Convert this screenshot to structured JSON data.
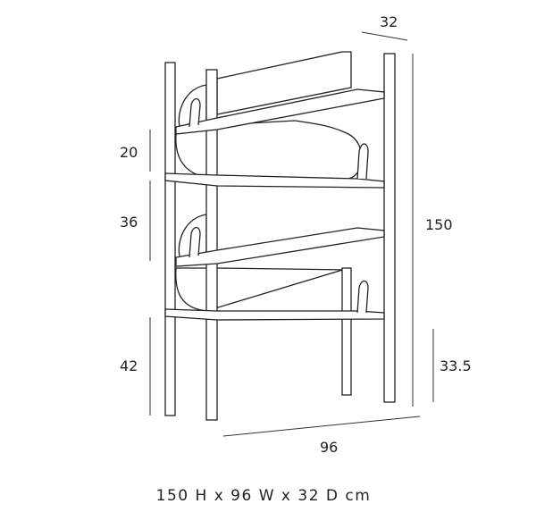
{
  "dimensions": {
    "depth": "32",
    "height": "150",
    "gap_top": "20",
    "gap_middle": "36",
    "gap_bottom": "42",
    "right_leg": "33.5",
    "width": "96"
  },
  "caption": "150 H x 96 W x 32 D cm"
}
